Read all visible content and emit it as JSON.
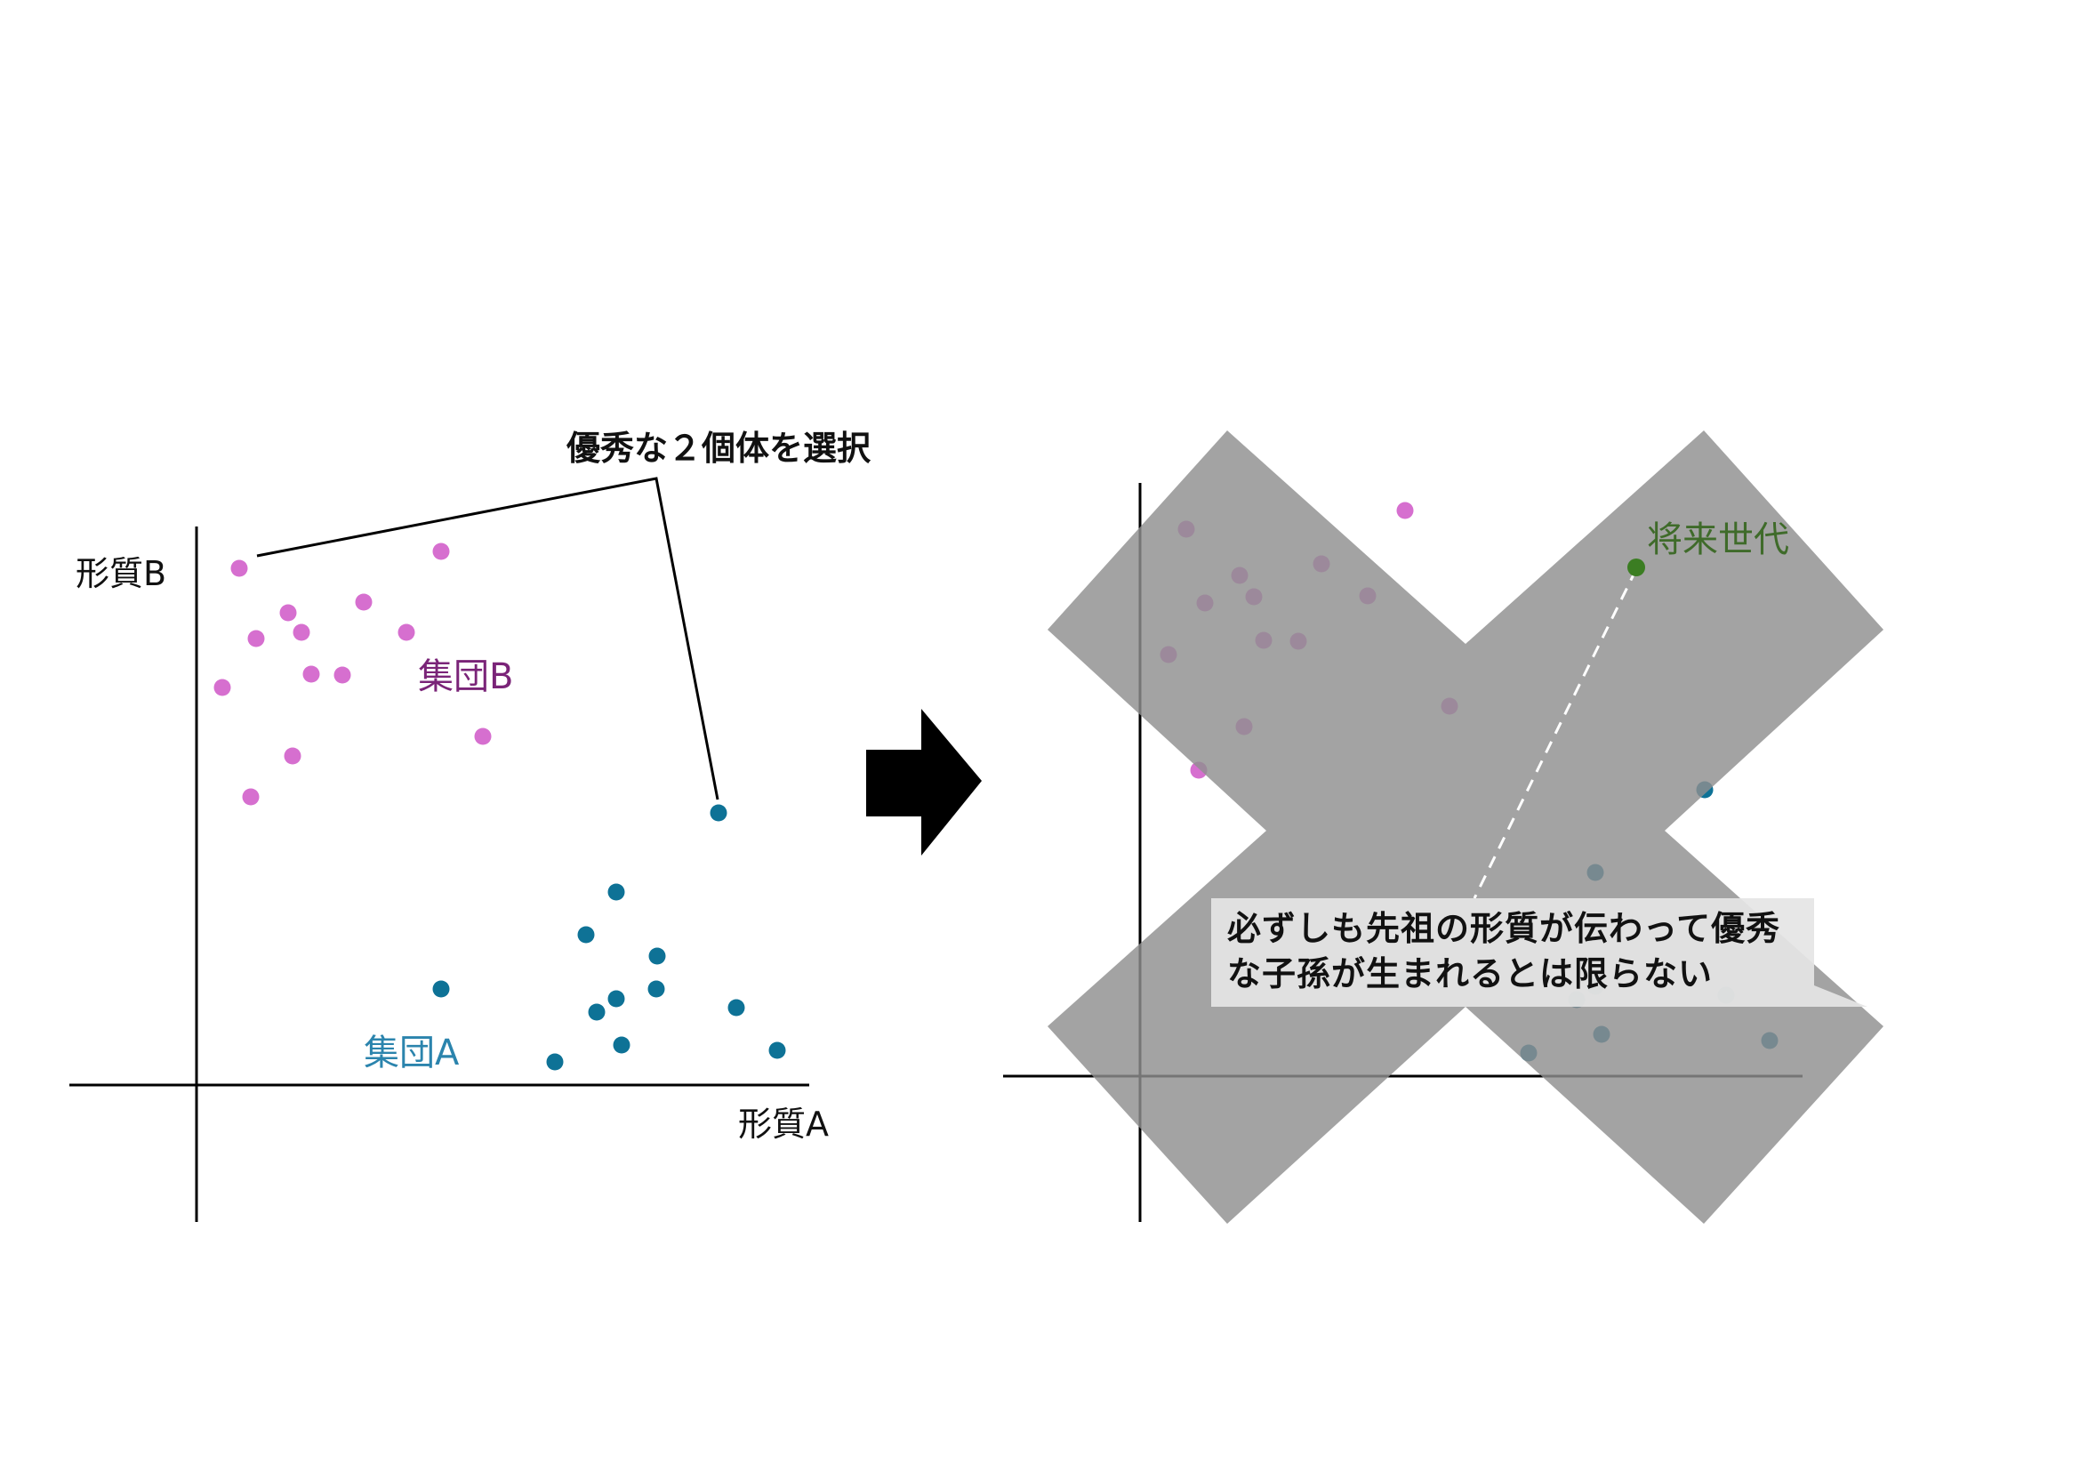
{
  "labels": {
    "trait_a": "形質A",
    "trait_b": "形質B",
    "group_a": "集団A",
    "group_b": "集団B",
    "select_two": "優秀な２個体を選択",
    "future_generation": "将来世代",
    "caption_line1": "必ずしも先祖の形質が伝わって優秀",
    "caption_line2": "な子孫が生まれるとは限らない"
  },
  "colors": {
    "group_a": "#0e7296",
    "group_b": "#d66fcf",
    "future": "#3b7d22",
    "cross": "#a3a3a3",
    "axis": "#000000",
    "group_a_label": "#2b84ad",
    "group_b_label": "#7a2478",
    "future_label": "#3f6b2a"
  },
  "icons": {
    "arrow": "right-arrow-icon",
    "cross": "x-mark-icon"
  }
}
